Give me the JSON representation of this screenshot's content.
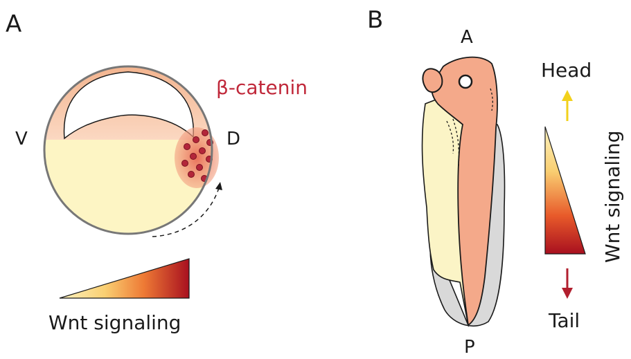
{
  "panel_a": {
    "letter": "A",
    "left_label": "V",
    "right_label": "D",
    "protein_label": "β-catenin",
    "gradient_label": "Wnt signaling"
  },
  "panel_b": {
    "letter": "B",
    "top_label": "A",
    "bottom_label": "P",
    "head_label": "Head",
    "tail_label": "Tail",
    "gradient_label": "Wnt signaling"
  },
  "colors": {
    "beta_catenin": "#c0283a",
    "head_arrow": "#f2d11b",
    "tail_arrow": "#b11f2e",
    "embryo_salmon": "#f4a98a",
    "yolk": "#fdf5c4",
    "gradient_low": "#fdf0b5",
    "gradient_high": "#a8101f"
  }
}
